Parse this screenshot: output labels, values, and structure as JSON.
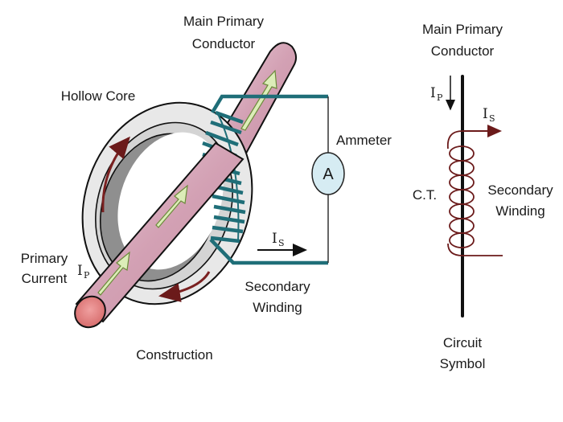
{
  "construction": {
    "labels": {
      "main_primary_line1": "Main Primary",
      "main_primary_line2": "Conductor",
      "hollow_core": "Hollow Core",
      "ammeter": "Ammeter",
      "ammeter_symbol": "A",
      "primary_current_line1": "Primary",
      "primary_current_line2": "Current",
      "ip_main": "I",
      "ip_sub": "P",
      "is_main": "I",
      "is_sub": "S",
      "secondary_line1": "Secondary",
      "secondary_line2": "Winding",
      "caption": "Construction"
    }
  },
  "symbol": {
    "labels": {
      "main_primary_line1": "Main Primary",
      "main_primary_line2": "Conductor",
      "ip_main": "I",
      "ip_sub": "P",
      "is_main": "I",
      "is_sub": "S",
      "ct": "C.T.",
      "secondary_line1": "Secondary",
      "secondary_line2": "Winding",
      "caption_line1": "Circuit",
      "caption_line2": "Symbol"
    }
  },
  "colors": {
    "conductor": "#d9a9bc",
    "conductor_end": "#e07a7a",
    "arrow_fill": "#dcedb8",
    "core": "#e6e6e6",
    "core_inner": "#8c8c8c",
    "winding": "#1f6e78",
    "flux_arrow": "#7a2020",
    "ammeter_fill": "#d6ecf3",
    "coil": "#6b1a1a"
  }
}
